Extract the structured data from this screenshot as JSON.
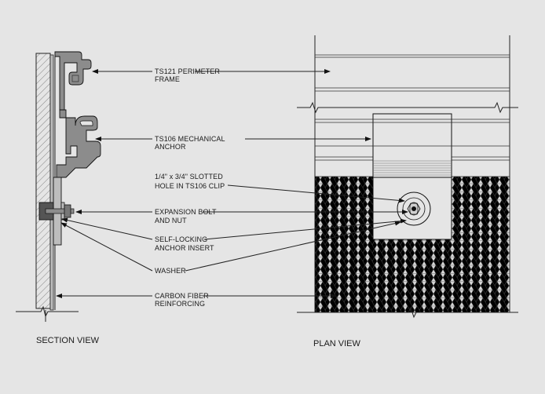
{
  "colors": {
    "background": "#e5e5e5",
    "line": "#222222",
    "fill_dark": "#8c8c8c",
    "fill_mid": "#bdbdbd"
  },
  "views": {
    "section_title": "SECTION VIEW",
    "plan_title": "PLAN VIEW"
  },
  "callouts": [
    {
      "id": "perimeter-frame",
      "line1": "TS121 PERIMETER",
      "line2": "FRAME"
    },
    {
      "id": "mechanical-anchor",
      "line1": "TS106 MECHANICAL",
      "line2": "ANCHOR"
    },
    {
      "id": "slotted-hole",
      "line1": "1/4\" x 3/4\" SLOTTED",
      "line2": "HOLE IN TS106 CLIP"
    },
    {
      "id": "expansion-bolt",
      "line1": "EXPANSION BOLT",
      "line2": "AND NUT"
    },
    {
      "id": "anchor-insert",
      "line1": "SELF-LOCKING",
      "line2": "ANCHOR INSERT"
    },
    {
      "id": "washer",
      "line1": "WASHER",
      "line2": ""
    },
    {
      "id": "carbon-fiber",
      "line1": "CARBON FIBER",
      "line2": "REINFORCING"
    }
  ]
}
